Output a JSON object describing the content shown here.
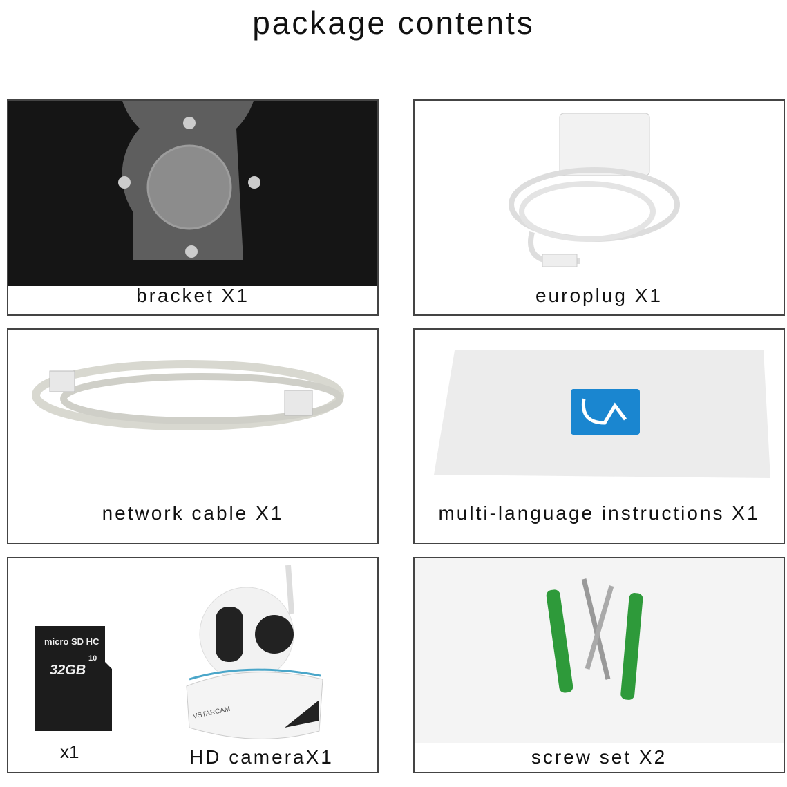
{
  "title": "package contents",
  "items": [
    {
      "caption": "bracket X1"
    },
    {
      "caption": "europlug X1"
    },
    {
      "caption": "network cable X1"
    },
    {
      "caption": "multi-language instructions X1"
    },
    {
      "caption": "HD cameraX1",
      "extra_caption": "x1",
      "sd_card": {
        "brand": "micro SD HC",
        "capacity": "32GB",
        "class": "10"
      },
      "camera_brand": "VSTARCAM"
    },
    {
      "caption": "screw set X2"
    }
  ],
  "colors": {
    "border": "#444444",
    "instructions_logo": "#1a86d0",
    "anchors": "#2e9a3a"
  }
}
